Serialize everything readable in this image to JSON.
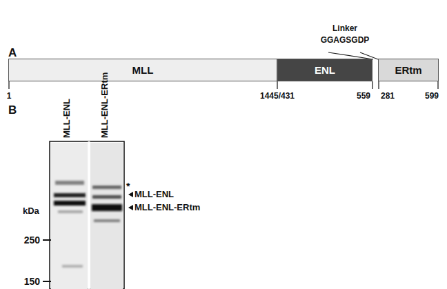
{
  "diagram": {
    "nodes": [
      {
        "text": [
          "MLL"
        ]
      },
      {
        "text": [
          "ENL"
        ]
      },
      {
        "text": [
          "ERtm"
        ]
      }
    ],
    "labels": [
      "A",
      "Linker",
      "GGAGSGDP",
      "1",
      "1445/431",
      "559",
      "281",
      "599",
      "B",
      "MLL-ENL",
      "MLL-ENL-ERtm",
      "kDa",
      "250",
      "150",
      "*",
      "MLL-ENL",
      "MLL-ENL-ERtm"
    ]
  }
}
